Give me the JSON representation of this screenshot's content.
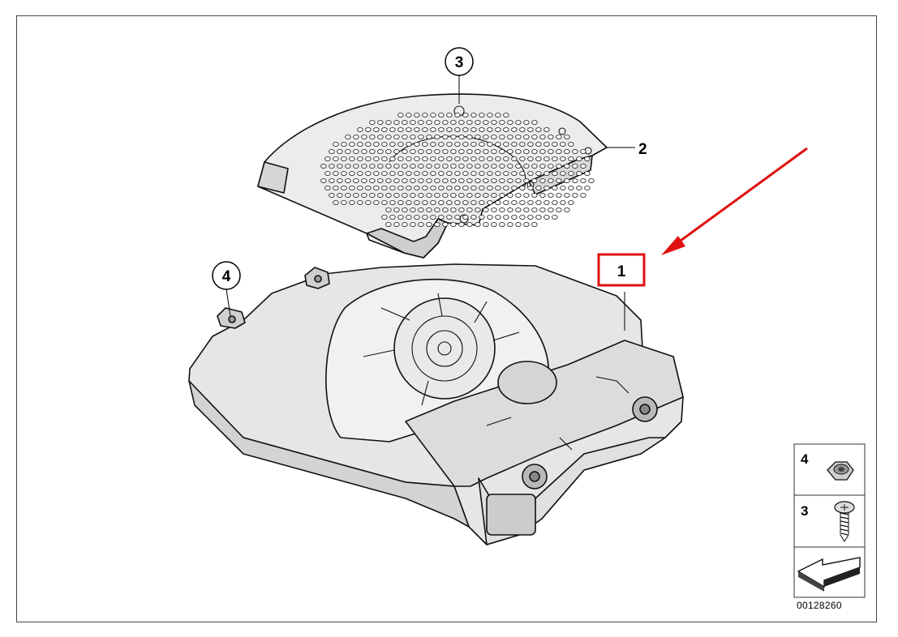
{
  "callouts": {
    "c1": "1",
    "c2": "2",
    "c3": "3",
    "c4": "4"
  },
  "legend": {
    "item_nut": "4",
    "item_screw": "3"
  },
  "document_number": "00128260",
  "colors": {
    "highlight": "#e01010",
    "line": "#000000",
    "part_fill": "#e8e8e8",
    "part_shade": "#cfcfcf"
  },
  "icons": [
    "hex-nut-icon",
    "screw-icon",
    "arrow-icon"
  ]
}
